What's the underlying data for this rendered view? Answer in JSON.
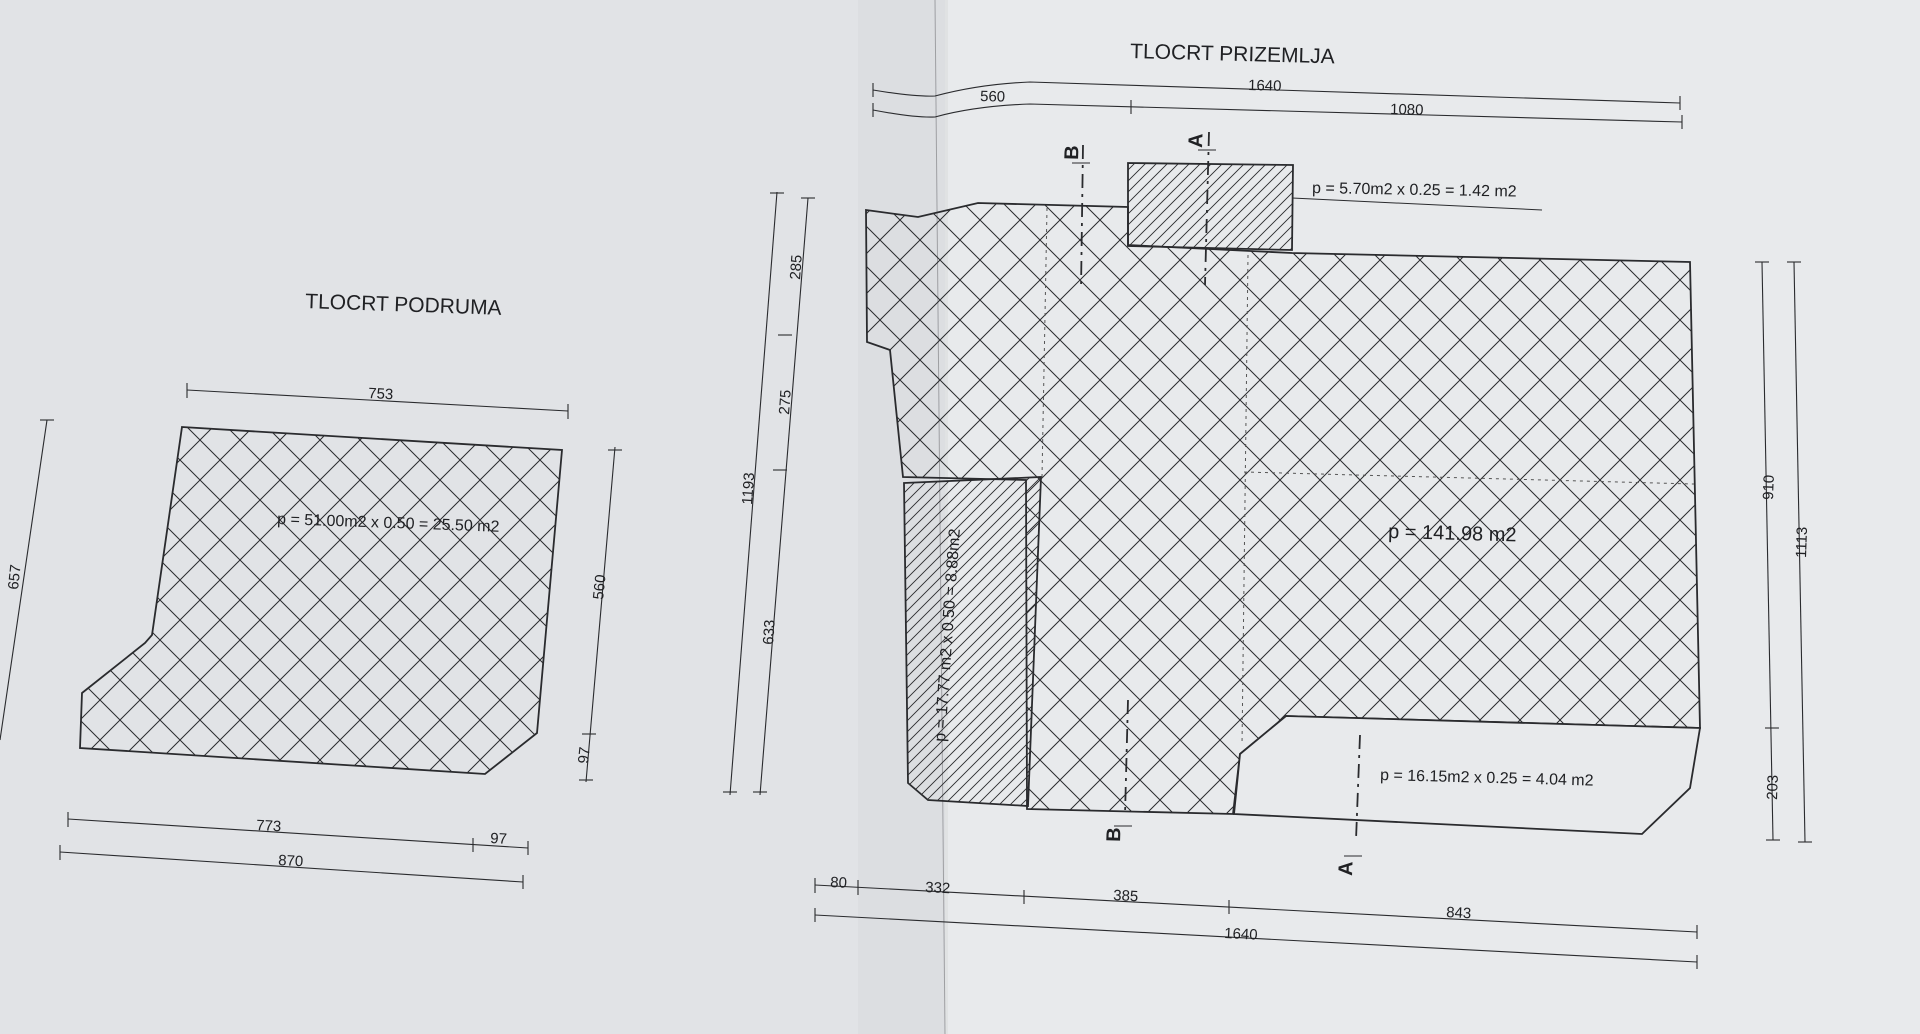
{
  "titles": {
    "basement": "TLOCRT PODRUMA",
    "ground": "TLOCRT PRIZEMLJA"
  },
  "basement": {
    "area_label": "p = 51.00m2  x 0.50 = 25.50 m2",
    "dims": {
      "top": "753",
      "left": "657",
      "right": "560",
      "right_small": "97",
      "bottom1": "773",
      "bottom2": "97",
      "bottom_total": "870"
    }
  },
  "ground": {
    "areas": {
      "main": "p = 141.98 m2",
      "top_rect": "p = 5.70m2 x 0.25 = 1.42 m2",
      "left_strip": "p = 17.77 m2 x 0.50 = 8.88m2",
      "bottom_right": "p = 16.15m2 x 0.25 = 4.04 m2"
    },
    "sections": {
      "a": "A",
      "b": "B"
    },
    "dims": {
      "top_total": "1640",
      "top_left": "560",
      "top_right": "1080",
      "left_total": "1193",
      "left_1": "285",
      "left_2": "275",
      "left_3": "633",
      "right_1": "910",
      "right_2": "203",
      "right_total": "1113",
      "bottom_1": "80",
      "bottom_2": "332",
      "bottom_3": "385",
      "bottom_4": "843",
      "bottom_total": "1640"
    }
  }
}
